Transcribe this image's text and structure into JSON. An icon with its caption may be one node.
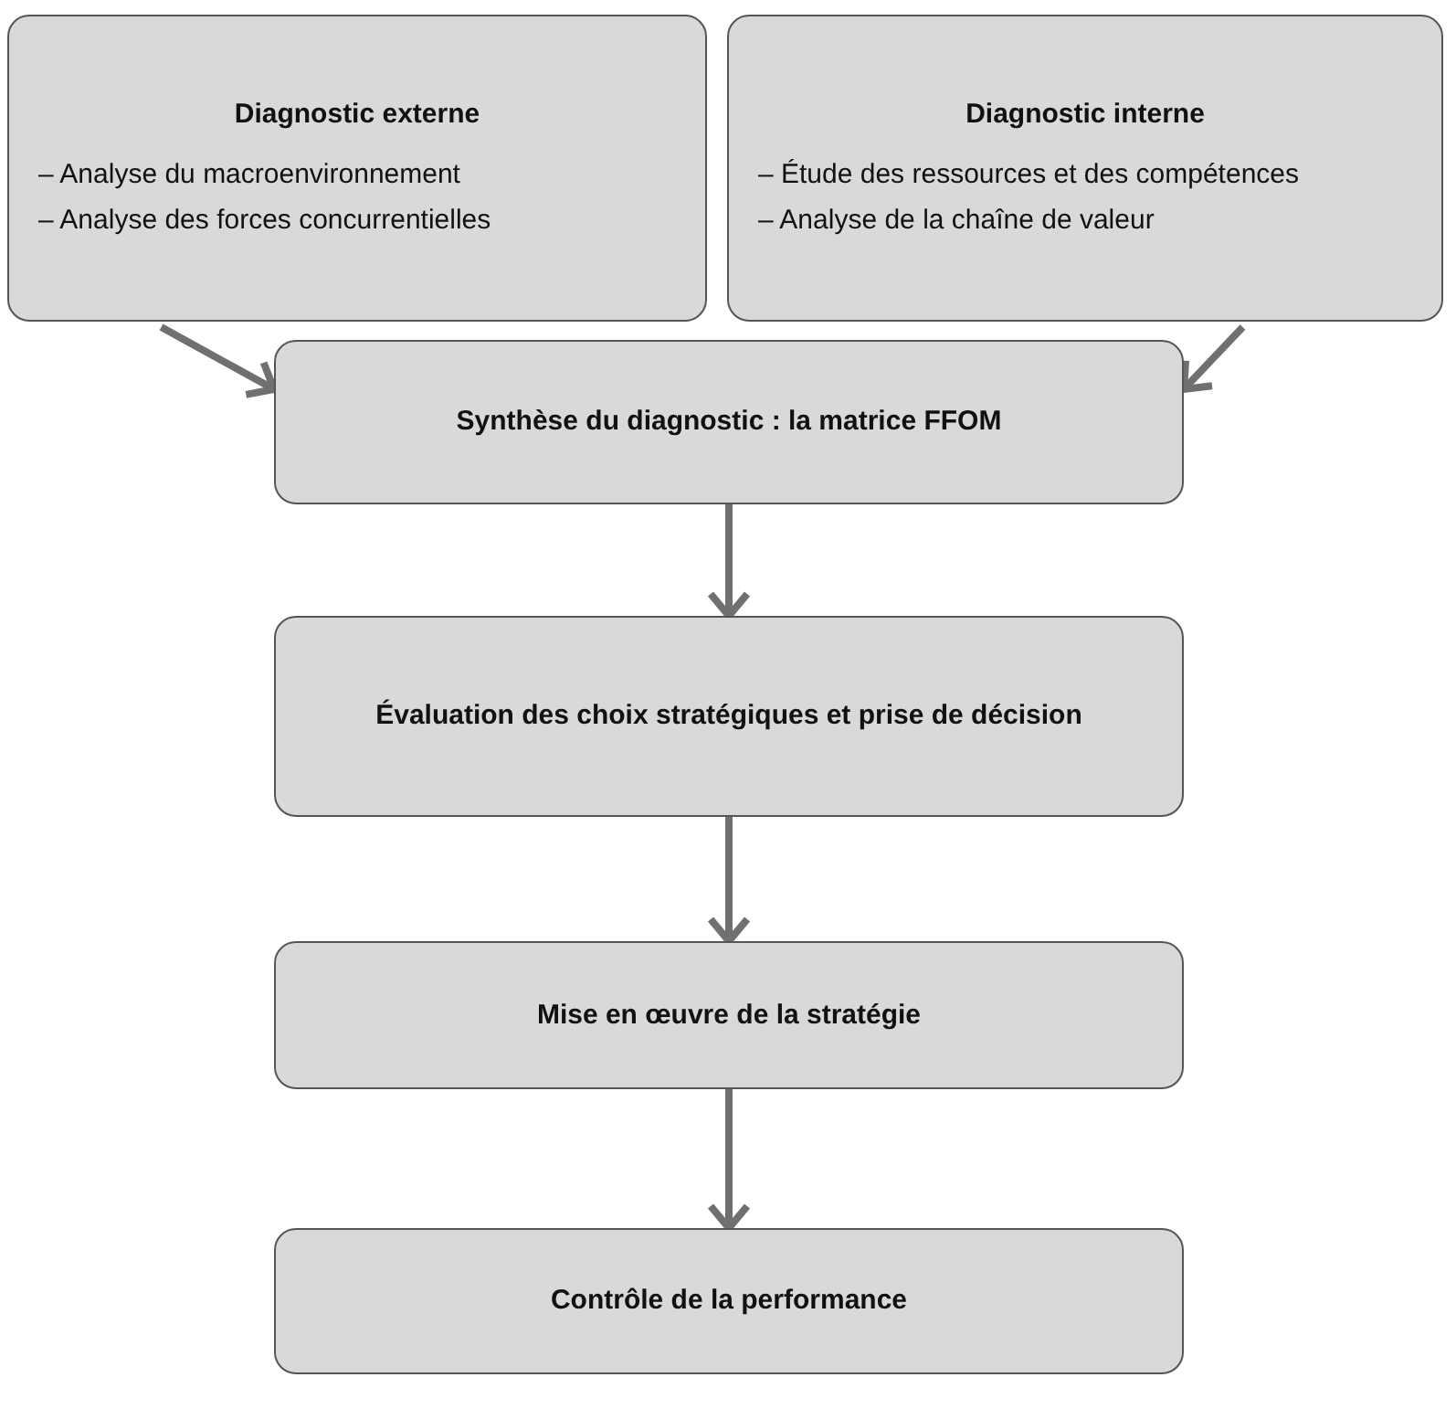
{
  "diagram": {
    "nodes": [
      {
        "text": [
          "Diagnostic externe",
          "– Analyse du macroenvironnement",
          "– Analyse des forces concurrentielles"
        ]
      },
      {
        "text": [
          "Diagnostic interne",
          "– Étude des ressources et des compétences",
          "– Analyse de la chaîne de valeur"
        ]
      },
      {
        "text": [
          "Synthèse du diagnostic : la matrice FFOM"
        ]
      },
      {
        "text": [
          "Évaluation des choix stratégiques et prise de décision"
        ]
      },
      {
        "text": [
          "Mise en œuvre de la stratégie"
        ]
      },
      {
        "text": [
          "Contrôle de la performance"
        ]
      }
    ],
    "edges": [
      {
        "from": 0,
        "to": 2,
        "arrow": "to"
      },
      {
        "from": 1,
        "to": 2,
        "arrow": "to"
      },
      {
        "from": 2,
        "to": 3,
        "arrow": "to"
      },
      {
        "from": 3,
        "to": 4,
        "arrow": "to"
      },
      {
        "from": 4,
        "to": 5,
        "arrow": "to"
      }
    ]
  }
}
